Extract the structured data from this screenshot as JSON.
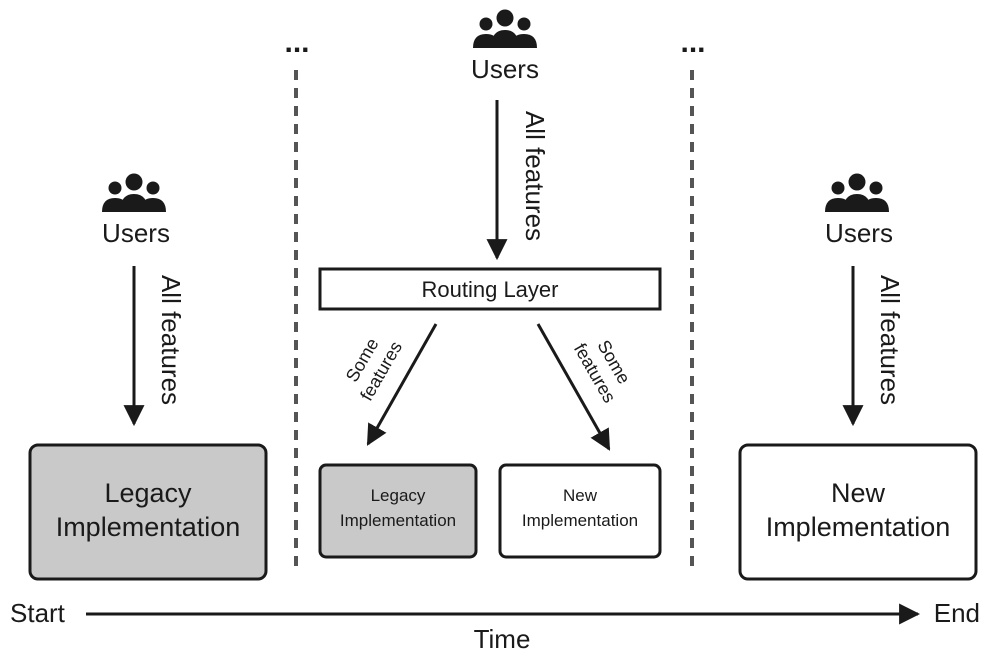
{
  "stages": {
    "start": {
      "users_label": "Users",
      "arrow_label": "All features",
      "box_label_lines": [
        "Legacy",
        "Implementation"
      ]
    },
    "middle": {
      "users_label": "Users",
      "arrow_label": "All features",
      "routing_label": "Routing Layer",
      "left_branch_label_lines": [
        "Some",
        "features"
      ],
      "right_branch_label_lines": [
        "Some",
        "features"
      ],
      "legacy_box_label_lines": [
        "Legacy",
        "Implementation"
      ],
      "new_box_label_lines": [
        "New",
        "Implementation"
      ],
      "ellipsis_left": "...",
      "ellipsis_right": "..."
    },
    "end": {
      "users_label": "Users",
      "arrow_label": "All features",
      "box_label_lines": [
        "New",
        "Implementation"
      ]
    }
  },
  "timeline": {
    "start_label": "Start",
    "end_label": "End",
    "axis_label": "Time"
  },
  "colors": {
    "legacy_fill": "#c9c9c9",
    "new_fill": "#ffffff",
    "stroke": "#1a1a1a",
    "dash": "#555555"
  }
}
